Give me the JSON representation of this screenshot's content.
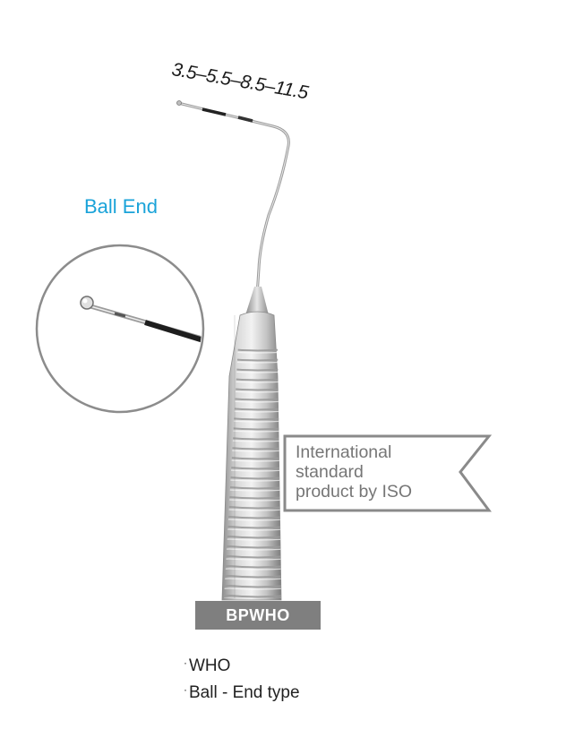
{
  "instrument": {
    "marking": "3.5–5.5–8.5–11.5",
    "model": "BPWHO"
  },
  "callout": {
    "label": "Ball End"
  },
  "iso_banner": {
    "lines": [
      "International",
      "standard",
      "product by ISO"
    ]
  },
  "features": [
    {
      "bullet": "·",
      "text": "WHO"
    },
    {
      "bullet": "·",
      "text": "Ball - End type"
    }
  ],
  "colors": {
    "accent": "#1aa3d9",
    "banner_border": "#8a8a8a",
    "model_box": "#7f7f7f"
  }
}
